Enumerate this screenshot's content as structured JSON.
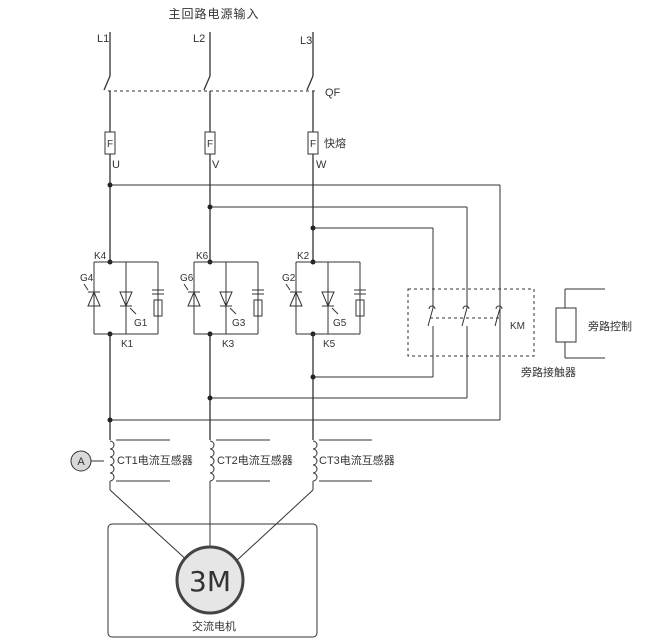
{
  "title": "主回路电源输入",
  "phases": [
    "L1",
    "L2",
    "L3"
  ],
  "breaker": "QF",
  "fuse": {
    "symbol": "F",
    "label": "快熔"
  },
  "terminals": [
    "U",
    "V",
    "W"
  ],
  "thyristor_nodes": {
    "top": [
      "K4",
      "K6",
      "K2"
    ],
    "gates_left": [
      "G4",
      "G6",
      "G2"
    ],
    "gates_right": [
      "G1",
      "G3",
      "G5"
    ],
    "bottom": [
      "K1",
      "K3",
      "K5"
    ]
  },
  "contactor": {
    "symbol": "KM",
    "label": "旁路接触器"
  },
  "bypass_control": "旁路控制",
  "current_transformers": [
    "CT1电流互感器",
    "CT2电流互感器",
    "CT3电流互感器"
  ],
  "ammeter": "A",
  "motor": {
    "symbol": "3M",
    "label": "交流电机"
  }
}
